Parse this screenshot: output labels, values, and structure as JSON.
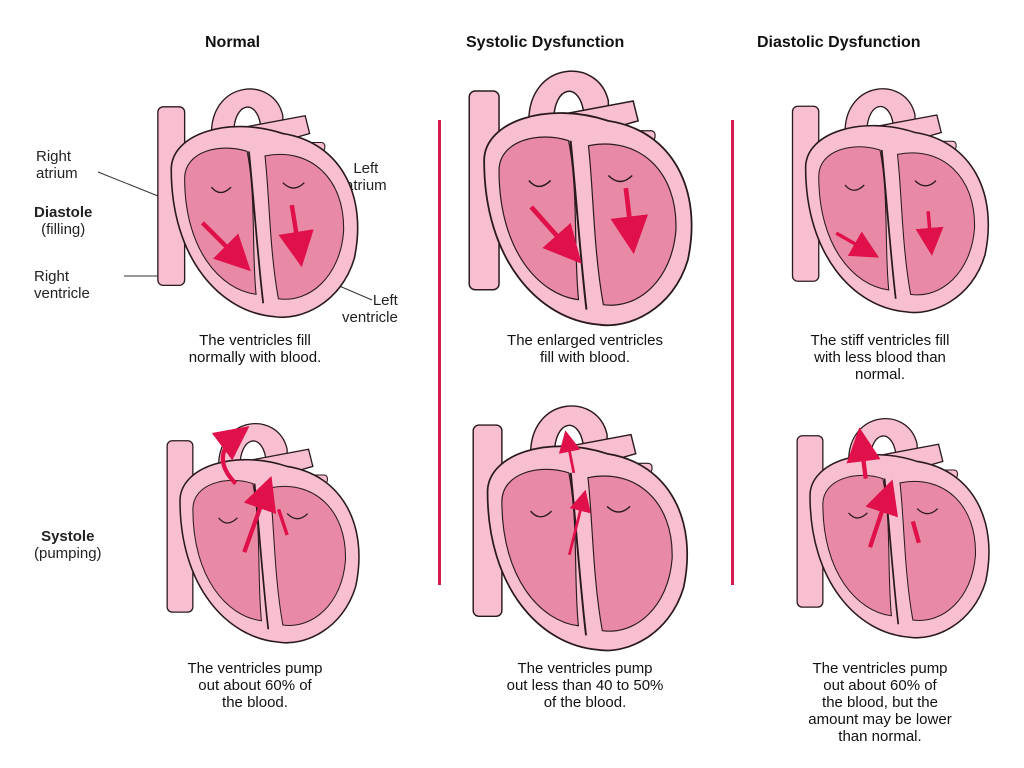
{
  "columns": {
    "normal": "Normal",
    "systolic": "Systolic Dysfunction",
    "diastolic": "Diastolic Dysfunction"
  },
  "labels": {
    "right_atrium": [
      "Right",
      "atrium"
    ],
    "left_atrium": [
      "Left",
      "atrium"
    ],
    "right_ventricle": [
      "Right",
      "ventricle"
    ],
    "left_ventricle": [
      "Left",
      "ventricle"
    ],
    "diastole": "Diastole",
    "diastole_sub": "(filling)",
    "systole": "Systole",
    "systole_sub": "(pumping)"
  },
  "captions": {
    "normal_diastole": [
      "The ventricles fill",
      "normally with blood."
    ],
    "systolic_diastole": [
      "The enlarged ventricles",
      "fill with blood."
    ],
    "diastolic_diastole": [
      "The stiff ventricles fill",
      "with less blood than",
      "normal."
    ],
    "normal_systole": [
      "The ventricles pump",
      "out about 60% of",
      "the blood."
    ],
    "systolic_systole": [
      "The ventricles pump",
      "out less than 40 to 50%",
      "of the blood."
    ],
    "diastolic_systole": [
      "The ventricles pump",
      "out about 60% of",
      "the blood, but the",
      "amount may be lower",
      "than normal."
    ]
  },
  "colors": {
    "heart_outer": "#f7bfcf",
    "heart_inner": "#e88aa6",
    "outline": "#2a1a1e",
    "arrow": "#e0104a",
    "divider": "#d81b4f"
  }
}
